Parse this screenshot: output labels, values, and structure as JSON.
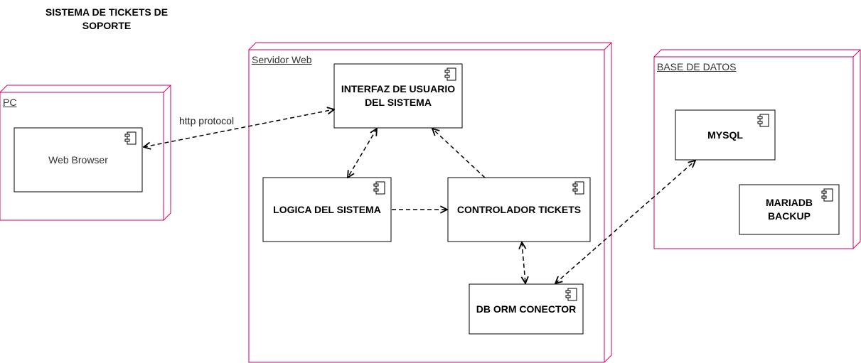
{
  "title": "SISTEMA DE TICKETS DE SOPORTE",
  "colors": {
    "node_border": "#cc0066",
    "line": "#000000",
    "text": "#000000"
  },
  "nodes": {
    "pc": {
      "label": "PC"
    },
    "web_server": {
      "label": "Servidor Web"
    },
    "database": {
      "label": "BASE DE DATOS"
    }
  },
  "components": {
    "web_browser": {
      "label": "Web Browser"
    },
    "ui": {
      "label": "INTERFAZ DE USUARIO DEL SISTEMA"
    },
    "logic": {
      "label": "LOGICA DEL SISTEMA"
    },
    "controller": {
      "label": "CONTROLADOR TICKETS"
    },
    "orm": {
      "label": "DB ORM CONECTOR"
    },
    "mysql": {
      "label": "MYSQL"
    },
    "mariadb": {
      "label": "MARIADB BACKUP"
    }
  },
  "edges": {
    "browser_ui": {
      "label": "http protocol"
    }
  }
}
